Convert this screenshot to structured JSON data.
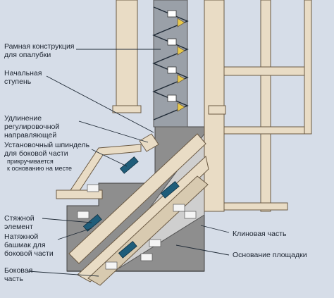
{
  "labels": {
    "frame": "Рамная конструкция\nдля опалубки",
    "start_step": "Начальная\nступень",
    "guide_ext": "Удлинение\nрегулировочной\nнаправляющей",
    "spindle": "Установочный шпиндель\nдля боковой части",
    "spindle_note": "прикручивается\nк основанию на месте",
    "tie": "Стяжной\nэлемент",
    "shoe": "Натяжной\nбашмак для\nбоковой части",
    "side": "Боковая\nчасть",
    "wedge": "Клиновая часть",
    "base": "Основание площадки"
  },
  "colors": {
    "background": "#d6dde8",
    "timber": "#e9dcc5",
    "timber_edge": "#6b5a44",
    "concrete": "#8e8e8e",
    "wedge_light": "#cfcfcf",
    "metal": "#ffffff",
    "clamp": "#1f5d7a",
    "leader": "#1f2a36"
  }
}
